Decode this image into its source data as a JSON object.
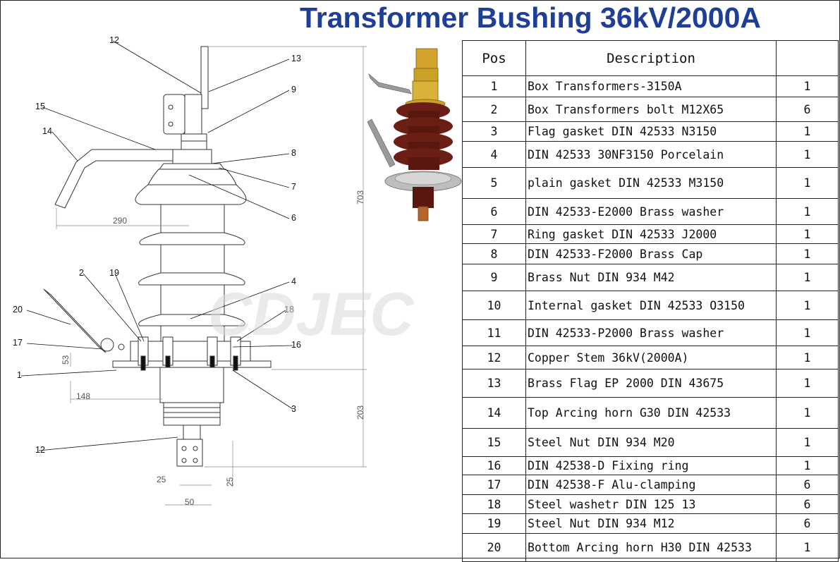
{
  "title": "Transformer Bushing 36kV/2000A",
  "table": {
    "headers": [
      "Pos",
      "Description",
      ""
    ],
    "rows": [
      {
        "pos": "1",
        "desc": "Box Transformers-3150A",
        "qty": "1"
      },
      {
        "pos": "2",
        "desc": "Box Transformers bolt M12X65",
        "qty": "6"
      },
      {
        "pos": "3",
        "desc": "Flag gasket DIN 42533 N3150",
        "qty": "1"
      },
      {
        "pos": "4",
        "desc": "DIN 42533 30NF3150 Porcelain",
        "qty": "1"
      },
      {
        "pos": "5",
        "desc": "plain gasket  DIN 42533 M3150",
        "qty": "1"
      },
      {
        "pos": "6",
        "desc": "DIN 42533-E2000 Brass washer",
        "qty": "1"
      },
      {
        "pos": "7",
        "desc": "Ring gasket DIN 42533 J2000",
        "qty": "1"
      },
      {
        "pos": "8",
        "desc": "DIN 42533-F2000 Brass Cap",
        "qty": "1"
      },
      {
        "pos": "9",
        "desc": "Brass Nut DIN 934 M42",
        "qty": "1"
      },
      {
        "pos": "10",
        "desc": "Internal gasket DIN 42533 O3150",
        "qty": "1"
      },
      {
        "pos": "11",
        "desc": "DIN 42533-P2000 Brass washer",
        "qty": "1"
      },
      {
        "pos": "12",
        "desc": "Copper Stem 36kV(2000A)",
        "qty": "1"
      },
      {
        "pos": "13",
        "desc": "Brass Flag EP 2000 DIN 43675",
        "qty": "1"
      },
      {
        "pos": "14",
        "desc": "Top Arcing horn G30 DIN 42533",
        "qty": "1"
      },
      {
        "pos": "15",
        "desc": "Steel Nut DIN 934 M20",
        "qty": "1"
      },
      {
        "pos": "16",
        "desc": "DIN 42538-D Fixing ring",
        "qty": "1"
      },
      {
        "pos": "17",
        "desc": "DIN 42538-F Alu-clamping",
        "qty": "6"
      },
      {
        "pos": "18",
        "desc": "Steel washetr DIN 125 13",
        "qty": "6"
      },
      {
        "pos": "19",
        "desc": "Steel Nut DIN 934 M12",
        "qty": "6"
      },
      {
        "pos": "20",
        "desc": "Bottom Arcing horn H30 DIN 42533",
        "qty": "1"
      }
    ]
  },
  "drawing": {
    "callouts": [
      "12",
      "13",
      "9",
      "15",
      "14",
      "8",
      "7",
      "6",
      "4",
      "2",
      "19",
      "18",
      "20",
      "17",
      "16",
      "1",
      "3",
      "12"
    ],
    "dimensions": [
      "290",
      "703",
      "53",
      "148",
      "203",
      "25",
      "25",
      "50"
    ]
  },
  "watermark": "CDJEC",
  "colors": {
    "title": "#1f3f96",
    "porcelain": "#6b1e14",
    "brass": "#c9a227",
    "copper": "#b5652a"
  }
}
